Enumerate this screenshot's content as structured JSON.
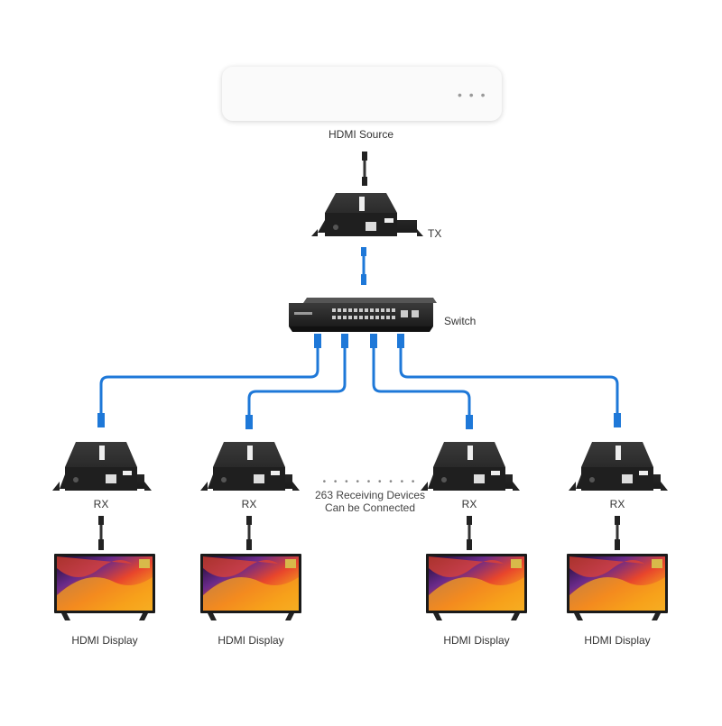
{
  "source": {
    "label": "HDMI Source",
    "devices": [
      "laptop-icon",
      "desktop-pc-icon",
      "tv-box-icon",
      "media-player-icon",
      "more-dots-icon"
    ],
    "more_text": "• • •"
  },
  "tx": {
    "label": "TX"
  },
  "switch": {
    "label": "Switch"
  },
  "note": {
    "dots": "• • • • • • • • •",
    "line1": "263 Receiving Devices",
    "line2": "Can be Connected"
  },
  "receivers": [
    {
      "label": "RX",
      "display_label": "HDMI Display"
    },
    {
      "label": "RX",
      "display_label": "HDMI Display"
    },
    {
      "label": "RX",
      "display_label": "HDMI Display"
    },
    {
      "label": "RX",
      "display_label": "HDMI Display"
    }
  ],
  "colors": {
    "cable_blue": "#1e78d8",
    "device_dark": "#2b2b2b",
    "tv_red": "#e8452c",
    "tv_orange": "#f7a21b",
    "tv_purple": "#6a2a8a"
  }
}
